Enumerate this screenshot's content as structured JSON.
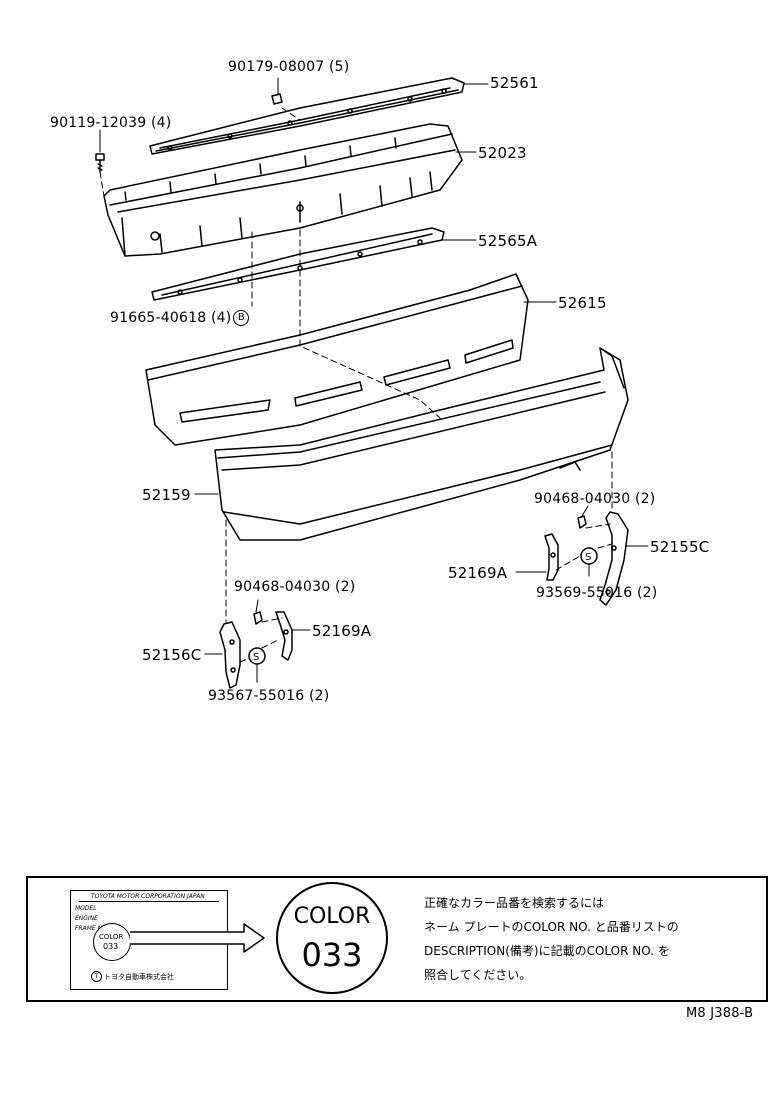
{
  "parts": {
    "p52561": "52561",
    "p90179": "90179-08007 (5)",
    "p90119": "90119-12039 (4)",
    "p52023": "52023",
    "p52565A": "52565A",
    "p91665": "91665-40618 (4)",
    "p91665_mark": "B",
    "p52615": "52615",
    "p52159": "52159",
    "p90468_right": "90468-04030 (2)",
    "p52155C": "52155C",
    "p52169A_right": "52169A",
    "p93569": "93569-55016 (2)",
    "p93569_mark": "S",
    "p90468_left": "90468-04030 (2)",
    "p52169A_left": "52169A",
    "p52156C": "52156C",
    "p93567": "93567-55016 (2)",
    "p93567_mark": "S"
  },
  "note": {
    "plate_company": "TOYOTA MOTOR CORPORATION JAPAN",
    "plate_model": "MODEL",
    "plate_engine": "ENGINE",
    "plate_frame": "FRAME NO.",
    "plate_color_label": "COLOR",
    "plate_color_value": "033",
    "plate_maker": "トヨタ自動車株式会社",
    "plate_maker_mark": "T",
    "circle_color_label": "COLOR",
    "circle_color_value": "033",
    "jp_line1": "正確なカラー品番を検索するには",
    "jp_line2": "ネーム プレートのCOLOR NO. と品番リストの",
    "jp_line3": "DESCRIPTION(備考)に記載のCOLOR NO. を",
    "jp_line4": "照合してください。"
  },
  "footer": {
    "code": "M8 J388-B"
  }
}
